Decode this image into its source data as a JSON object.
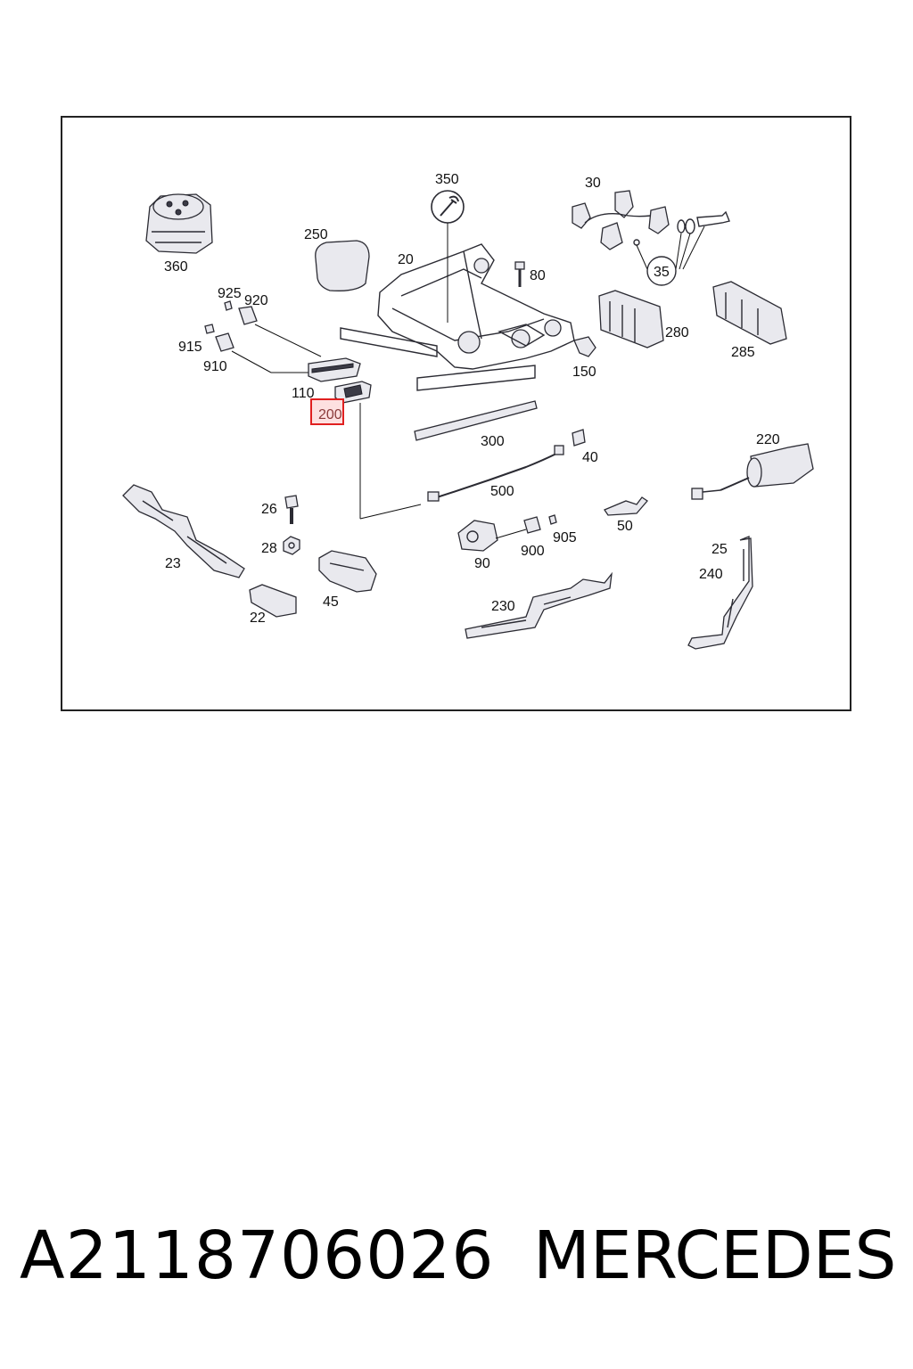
{
  "diagram": {
    "labels": {
      "p360": "360",
      "p250": "250",
      "p20": "20",
      "p350": "350",
      "p30": "30",
      "p35": "35",
      "p80": "80",
      "p925": "925",
      "p920": "920",
      "p915": "915",
      "p910": "910",
      "p110": "110",
      "p200": "200",
      "p280": "280",
      "p285": "285",
      "p150": "150",
      "p300": "300",
      "p40": "40",
      "p220": "220",
      "p500": "500",
      "p26": "26",
      "p28": "28",
      "p23": "23",
      "p22": "22",
      "p45": "45",
      "p90": "90",
      "p900": "900",
      "p905": "905",
      "p50": "50",
      "p25": "25",
      "p240": "240",
      "p230": "230"
    },
    "highlighted_part": "200",
    "highlight_color": "#e02020"
  },
  "footer": {
    "part_number": "A2118706026",
    "brand": "MERCEDES"
  }
}
